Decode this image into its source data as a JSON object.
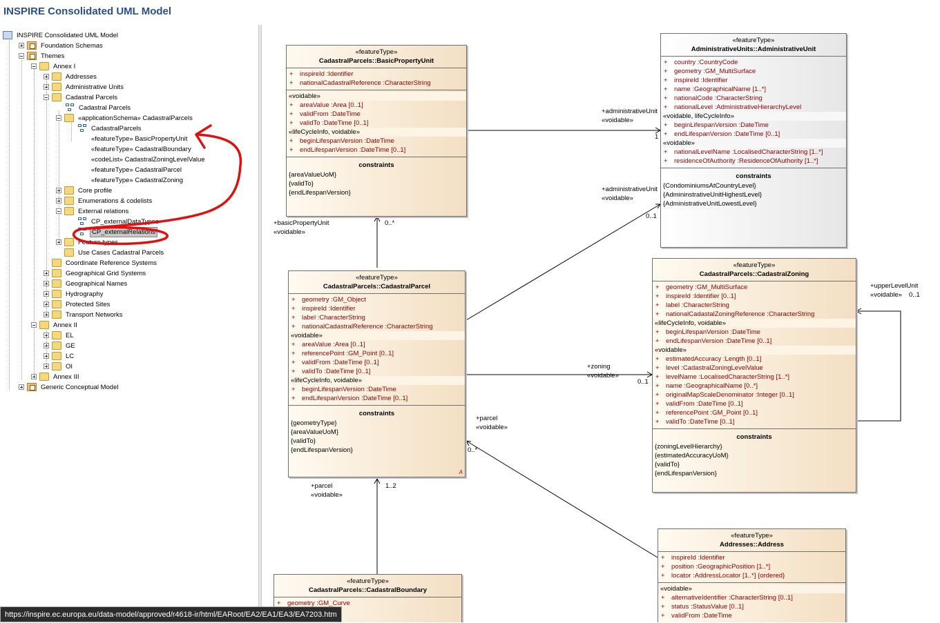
{
  "title": "INSPIRE Consolidated UML Model",
  "status_url": "https://inspire.ec.europa.eu/data-model/approved/r4618-ir/html/EARoot/EA2/EA1/EA3/EA7203.htm",
  "tree": [
    "INSPIRE Consolidated UML Model",
    "Foundation Schemas",
    "Themes",
    "Annex I",
    "Addresses",
    "Administrative Units",
    "Cadastral Parcels",
    "Cadastral Parcels",
    "«applicationSchema» CadastralParcels",
    "CadastralParcels",
    "«featureType» BasicPropertyUnit",
    "«featureType» CadastralBoundary",
    "«codeList» CadastralZoningLevelValue",
    "«featureType» CadastralParcel",
    "«featureType» CadastralZoning",
    "Core profile",
    "Enumerations & codelists",
    "External relations",
    "CP_externalDataTypes",
    "CP_externalRelations",
    "Feature types",
    "Use Cases Cadastral Parcels",
    "Coordinate Reference Systems",
    "Geographical Grid Systems",
    "Geographical Names",
    "Hydrography",
    "Protected Sites",
    "Transport Networks",
    "Annex II",
    "EL",
    "GE",
    "LC",
    "OI",
    "Annex III",
    "Generic Conceptual Model"
  ],
  "classes": {
    "bpu": {
      "stereotype": "«featureType»",
      "name": "CadastralParcels::BasicPropertyUnit",
      "attrs": [
        "inspireId  :Identifier",
        "nationalCadastralReference  :CharacterString"
      ],
      "g1": "«voidable»",
      "g1attrs": [
        "areaValue  :Area [0..1]",
        "validFrom  :DateTime",
        "validTo  :DateTime [0..1]"
      ],
      "g2": "«lifeCycleInfo, voidable»",
      "g2attrs": [
        "beginLifespanVersion  :DateTime",
        "endLifespanVersion  :DateTime [0..1]"
      ],
      "constraints_title": "constraints",
      "constraints": [
        "{areaValueUoM}",
        "{validTo}",
        "{endLifespanVersion}"
      ]
    },
    "au": {
      "stereotype": "«featureType»",
      "name": "AdministrativeUnits::AdministrativeUnit",
      "attrs": [
        "country  :CountryCode",
        "geometry  :GM_MultiSurface",
        "inspireId  :Identifier",
        "name  :GeographicalName [1..*]",
        "nationalCode  :CharacterString",
        "nationalLevel  :AdministrativeHierarchyLevel"
      ],
      "g1": "«voidable, lifeCycleInfo»",
      "g1attrs": [
        "beginLifespanVersion  :DateTime",
        "endLifespanVersion  :DateTime [0..1]"
      ],
      "g2": "«voidable»",
      "g2attrs": [
        "nationalLevelName  :LocalisedCharacterString [1..*]",
        "residenceOfAuthority  :ResidenceOfAuthority [1..*]"
      ],
      "constraints_title": "constraints",
      "constraints": [
        "{CondominiumsAtCountryLevel}",
        "{AdmininstrativeUnitHighestLevel}",
        "{AdministrativeUnitLowestLevel}"
      ]
    },
    "cp": {
      "stereotype": "«featureType»",
      "name": "CadastralParcels::CadastralParcel",
      "attrs": [
        "geometry  :GM_Object",
        "inspireId  :Identifier",
        "label  :CharacterString",
        "nationalCadastralReference  :CharacterString"
      ],
      "g1": "«voidable»",
      "g1attrs": [
        "areaValue  :Area [0..1]",
        "referencePoint  :GM_Point [0..1]",
        "validFrom  :DateTime [0..1]",
        "validTo  :DateTime [0..1]"
      ],
      "g2": "«lifeCycleInfo, voidable»",
      "g2attrs": [
        "beginLifespanVersion  :DateTime",
        "endLifespanVersion  :DateTime [0..1]"
      ],
      "constraints_title": "constraints",
      "constraints": [
        "{geometryType}",
        "{areaValueUoM}",
        "{validTo}",
        "{endLifespanVersion}"
      ],
      "mark": "A"
    },
    "cz": {
      "stereotype": "«featureType»",
      "name": "CadastralParcels::CadastralZoning",
      "attrs": [
        "geometry  :GM_MultiSurface",
        "inspireId  :Identifier [0..1]",
        "label  :CharacterString",
        "nationalCadastalZoningReference  :CharacterString"
      ],
      "g1": "«lifeCycleInfo, voidable»",
      "g1attrs": [
        "beginLifespanVersion  :DateTime",
        "endLifespanVersion  :DateTime [0..1]"
      ],
      "g2": "«voidable»",
      "g2attrs": [
        "estimatedAccuracy  :Length [0..1]",
        "level  :CadastralZoningLevelValue",
        "levelName  :LocalisedCharacterString [1..*]",
        "name  :GeographicalName [0..*]",
        "originalMapScaleDenominator  :Integer [0..1]",
        "validFrom  :DateTime [0..1]",
        "referencePoint  :GM_Point [0..1]",
        "validTo  :DateTime [0..1]"
      ],
      "constraints_title": "constraints",
      "constraints": [
        "{zoningLevelHierarchy}",
        "{estimatedAccuracyUoM}",
        "{validTo}",
        "{endLifespanVersion}"
      ]
    },
    "addr": {
      "stereotype": "«featureType»",
      "name": "Addresses::Address",
      "attrs": [
        "inspireId  :Identifier",
        "position  :GeographicPosition [1..*]",
        "locator  :AddressLocator [1..*] {ordered}"
      ],
      "g1": "«voidable»",
      "g1attrs": [
        "alternativeIdentifier  :CharacterString [0..1]",
        "status  :StatusValue [0..1]",
        "validFrom  :DateTime"
      ]
    },
    "cb": {
      "stereotype": "«featureType»",
      "name": "CadastralParcels::CadastralBoundary",
      "attrs": [
        "geometry  :GM_Curve"
      ]
    }
  },
  "plus": "+",
  "labels": {
    "l1": "+administrativeUnit",
    "l2": "«voidable»",
    "l3": "1",
    "l4": "+administrativeUnit",
    "l5": "«voidable»",
    "l6": "0..1",
    "l7": "+basicPropertyUnit",
    "l8": "«voidable»",
    "l9": "0..*",
    "l10": "+upperLevelUnit",
    "l11": "«voidable»",
    "l12": "0..1",
    "l13": "+zoning",
    "l14": "«voidable»",
    "l15": "0..1",
    "l16": "+parcel",
    "l17": "«voidable»",
    "l18": "0..*",
    "l19": "+parcel",
    "l20": "«voidable»",
    "l21": "1..2"
  },
  "colors": {
    "title": "#2b4f8a",
    "attribute": "#8b0000",
    "annotation": "#e01010"
  }
}
